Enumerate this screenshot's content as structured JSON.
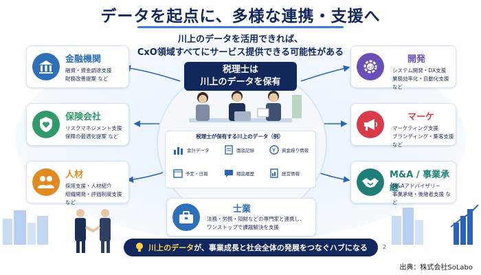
{
  "title": "データを起点に、多様な連携・支援へ",
  "subtitle": {
    "line1": "川上のデータを活用できれば、",
    "line2": "CxO領域すべてにサービス提供できる可能性がある"
  },
  "center": {
    "heading_line1": "税理士は",
    "heading_line2": "川上のデータを保有",
    "data_title": "税理士が保有する川上のデータ（例）",
    "items": [
      "会計データ",
      "面談記録",
      "資金繰り情報",
      "予定・日報",
      "相談履歴",
      "経営情報"
    ]
  },
  "left_cards": [
    {
      "title": "金融機関",
      "desc1": "融資・資金調達支援",
      "desc2": "財務改善提案 など",
      "icon": "bank-icon"
    },
    {
      "title": "保険会社",
      "desc1": "リスクマネジメント支援",
      "desc2": "保障の最適化提案 など",
      "icon": "shield-heart-icon"
    },
    {
      "title": "人材",
      "desc1": "採用支援・人材紹介",
      "desc2": "組織開発・評価制度支援 など",
      "icon": "people-icon"
    }
  ],
  "right_cards": [
    {
      "title": "開発",
      "desc1": "システム開発・DX支援",
      "desc2": "業務効率化・自動化支援 など",
      "icon": "gear-code-icon"
    },
    {
      "title": "マーケ",
      "desc1": "マーケティング支援",
      "desc2": "ブランディング・集客支援 など",
      "icon": "megaphone-icon"
    },
    {
      "title": "M&A / 事業承継",
      "desc1": "M&Aアドバイザリー",
      "desc2": "事業承継・後継者支援 など",
      "icon": "handshake-icon"
    }
  ],
  "bottom_card": {
    "title": "士業",
    "desc1": "法務・労務・知財などの専門家と連携し、",
    "desc2": "ワンストップで課題解決を支援",
    "icon": "briefcase-icon"
  },
  "banner": {
    "highlight": "川上のデータ",
    "text": "が、事業成長と社会全体の発展をつなぐハブになる"
  },
  "page_number": "2",
  "credit": "出典：株式会社SoLabo",
  "colors": {
    "navy": "#12285c",
    "finance": "#2d6fb8",
    "insurance": "#2f9a6a",
    "hr": "#e28a22",
    "dev": "#6b4fb8",
    "marketing": "#d83b4a",
    "ma": "#1f7e78",
    "professional": "#2d6fb8"
  }
}
